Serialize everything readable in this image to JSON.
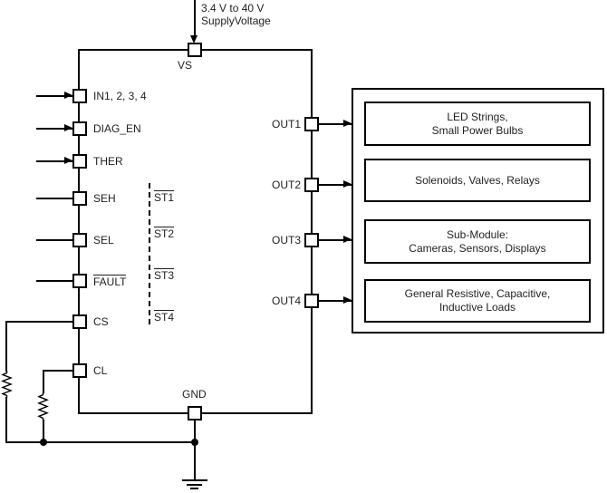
{
  "colors": {
    "line": "#000000",
    "text": "#1f1f1f",
    "background": "#ffffff"
  },
  "supply": {
    "line1": "3.4 V to 40 V",
    "line2": "SupplyVoltage"
  },
  "chip": {
    "vs_pin": "VS",
    "gnd_pin": "GND",
    "left_pins": [
      {
        "label": "IN1, 2, 3, 4"
      },
      {
        "label": "DIAG_EN"
      },
      {
        "label": "THER"
      },
      {
        "label": "SEH"
      },
      {
        "label": "SEL"
      },
      {
        "label": "FAULT"
      },
      {
        "label": "CS"
      },
      {
        "label": "CL"
      }
    ],
    "status_flags": [
      {
        "label": "ST1"
      },
      {
        "label": "ST2"
      },
      {
        "label": "ST3"
      },
      {
        "label": "ST4"
      }
    ],
    "output_pins": [
      {
        "label": "OUT1"
      },
      {
        "label": "OUT2"
      },
      {
        "label": "OUT3"
      },
      {
        "label": "OUT4"
      }
    ]
  },
  "loads": [
    {
      "lines": [
        "LED Strings,",
        "Small Power Bulbs"
      ]
    },
    {
      "lines": [
        "Solenoids, Valves, Relays"
      ]
    },
    {
      "lines": [
        "Sub-Module:",
        "Cameras, Sensors, Displays"
      ]
    },
    {
      "lines": [
        "General Resistive, Capacitive,",
        "Inductive Loads"
      ]
    }
  ]
}
